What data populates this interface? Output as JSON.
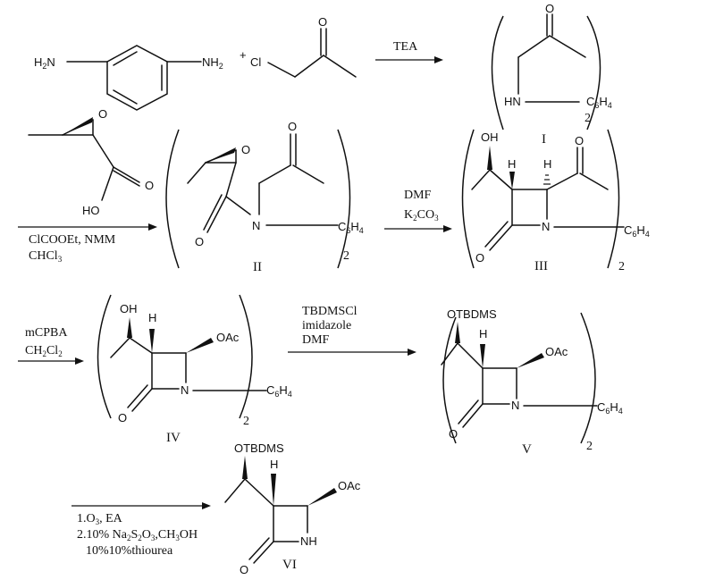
{
  "atoms": {
    "h2n": "H2N",
    "nh2": "NH2",
    "plus": "+",
    "cl": "Cl",
    "o": "O",
    "oh": "OH",
    "ho": "HO",
    "hn": "HN",
    "n": "N",
    "nh": "NH",
    "h": "H",
    "c6h4": "C6H4",
    "oac": "OAc",
    "otbdms": "OTBDMS"
  },
  "conditions": {
    "step1": [
      "TEA"
    ],
    "step2": [
      "ClCOOEt, NMM",
      "CHCl3"
    ],
    "step3": [
      "DMF",
      "K2CO3"
    ],
    "step4": [
      "mCPBA",
      "CH2Cl2"
    ],
    "step5": [
      "TBDMSCl",
      "imidazole",
      "DMF"
    ],
    "step6": [
      "1.O3, EA",
      "2.10% Na2S2O3,CH3OH",
      "10%10%thiourea"
    ]
  },
  "labels": {
    "compound1": "I",
    "compound2": "II",
    "compound3": "III",
    "compound4": "IV",
    "compound5": "V",
    "compound6": "VI"
  },
  "multiplier": "2"
}
